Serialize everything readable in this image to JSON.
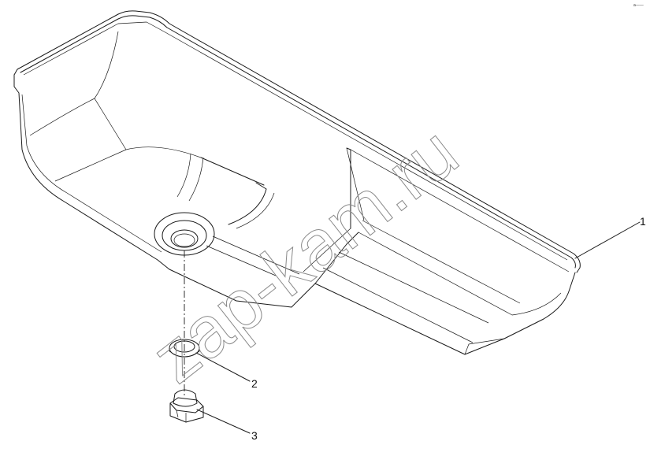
{
  "callouts": [
    {
      "number": "1",
      "part": "oil pan"
    },
    {
      "number": "2",
      "part": "sealing washer"
    },
    {
      "number": "3",
      "part": "drain plug"
    }
  ],
  "watermark": "zap-kam.ru",
  "corner_mark": "a——",
  "colors": {
    "line": "#1a1a1a",
    "watermark": "#8a8a8a",
    "background": "#ffffff"
  }
}
